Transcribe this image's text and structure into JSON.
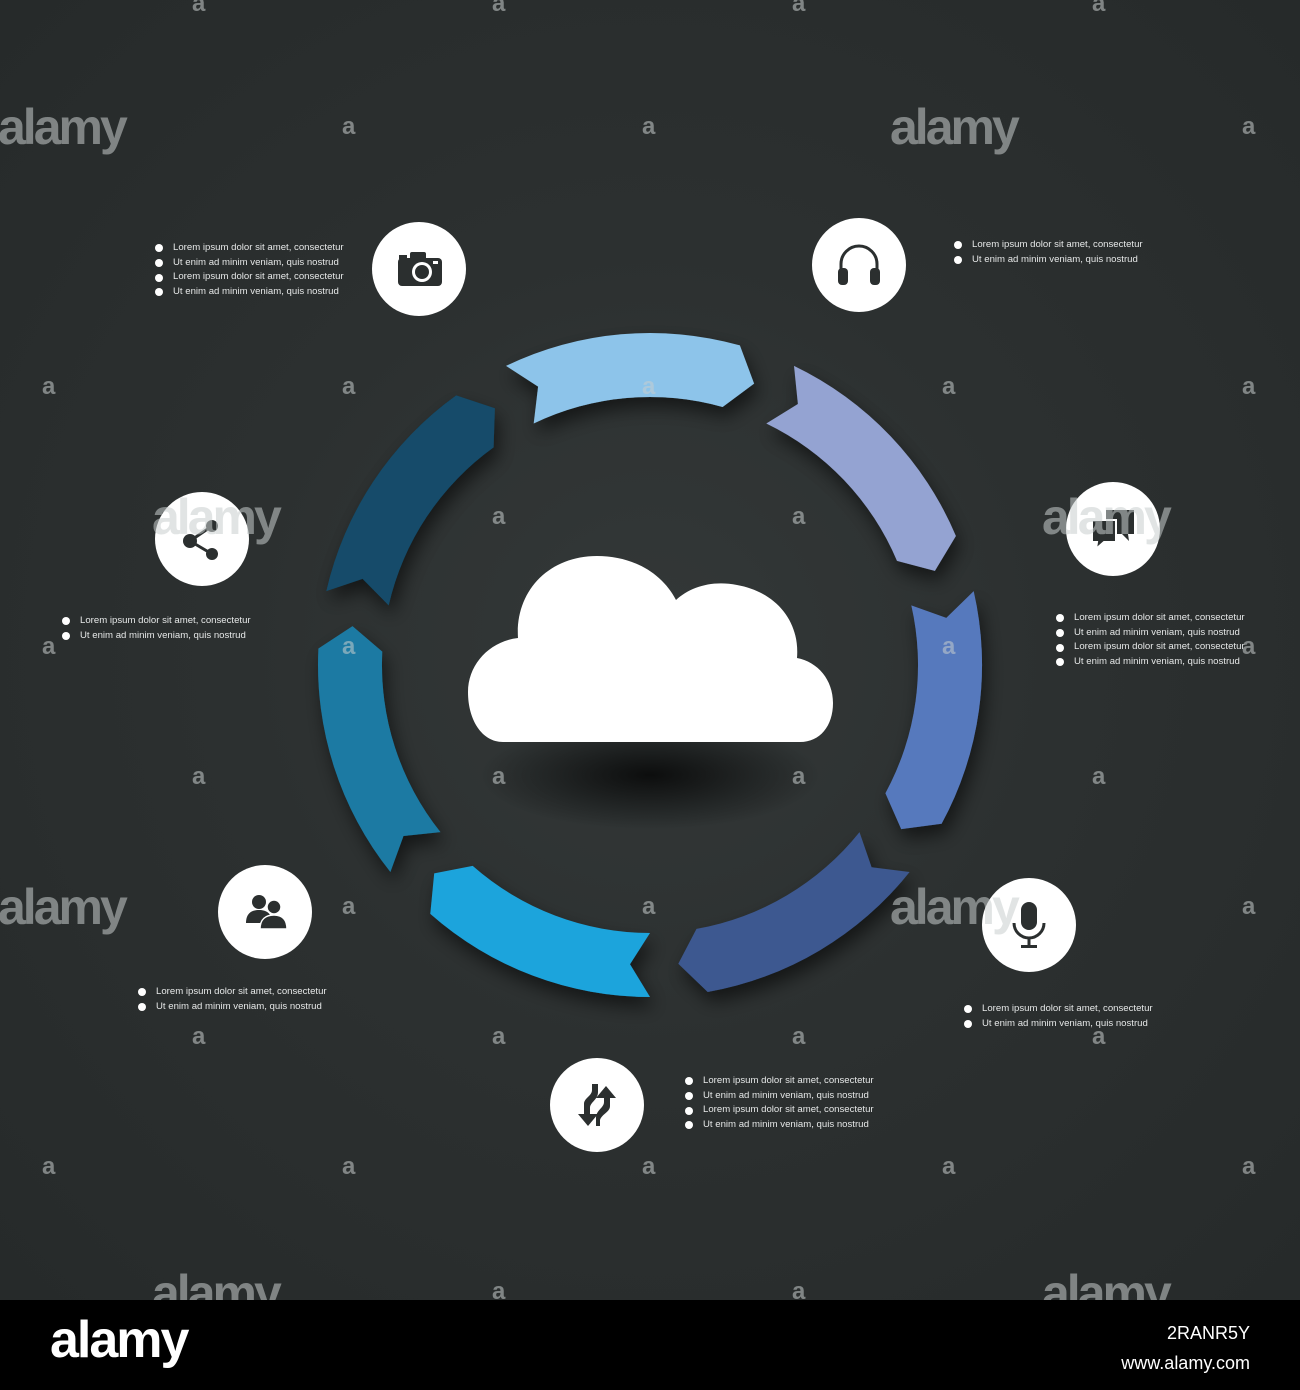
{
  "watermark": {
    "big": "alamy",
    "small": "a"
  },
  "diagram": {
    "center_icon": "cloud-icon",
    "segment_colors": [
      "#8dc4ea",
      "#94a3d2",
      "#5679bd",
      "#3c5890",
      "#1fa4dc",
      "#1a7aa3",
      "#124c6b"
    ],
    "items": [
      {
        "id": "camera",
        "icon": "camera-icon",
        "lines": [
          "Lorem ipsum dolor sit amet, consectetur",
          "Ut enim ad minim veniam, quis nostrud",
          "Lorem ipsum dolor sit amet, consectetur",
          "Ut enim ad minim veniam, quis nostrud"
        ]
      },
      {
        "id": "headphones",
        "icon": "headphones-icon",
        "lines": [
          "Lorem ipsum dolor sit amet, consectetur",
          "Ut enim ad minim veniam, quis nostrud"
        ]
      },
      {
        "id": "chat",
        "icon": "chat-bubbles-icon",
        "lines": [
          "Lorem ipsum dolor sit amet, consectetur",
          "Ut enim ad minim veniam, quis nostrud",
          "Lorem ipsum dolor sit amet, consectetur",
          "Ut enim ad minim veniam, quis nostrud"
        ]
      },
      {
        "id": "microphone",
        "icon": "microphone-icon",
        "lines": [
          "Lorem ipsum dolor sit amet, consectetur",
          "Ut enim ad minim veniam, quis nostrud"
        ]
      },
      {
        "id": "transfer",
        "icon": "up-down-arrows-icon",
        "lines": [
          "Lorem ipsum dolor sit amet, consectetur",
          "Ut enim ad minim veniam, quis nostrud",
          "Lorem ipsum dolor sit amet, consectetur",
          "Ut enim ad minim veniam, quis nostrud"
        ]
      },
      {
        "id": "users",
        "icon": "users-icon",
        "lines": [
          "Lorem ipsum dolor sit amet, consectetur",
          "Ut enim ad minim veniam, quis nostrud"
        ]
      },
      {
        "id": "share",
        "icon": "share-icon",
        "lines": [
          "Lorem ipsum dolor sit amet, consectetur",
          "Ut enim ad minim veniam, quis nostrud"
        ]
      }
    ]
  },
  "footer": {
    "logo": "alamy",
    "image_id": "2RANR5Y",
    "site": "www.alamy.com"
  }
}
